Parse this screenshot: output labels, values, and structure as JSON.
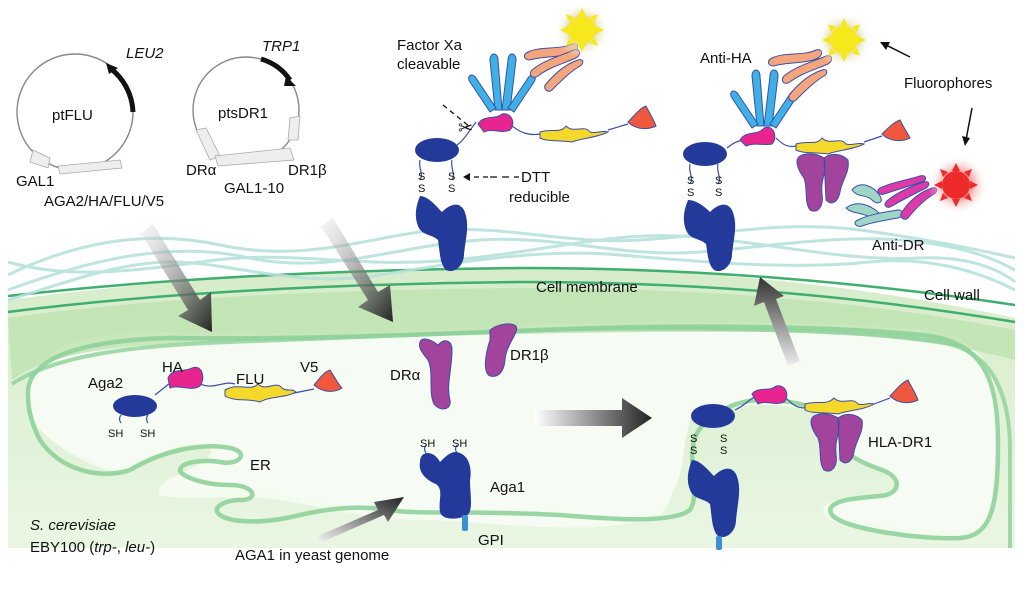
{
  "plasmids": [
    {
      "name": "ptFLU",
      "marker": "LEU2",
      "promoter": "GAL1",
      "insert": "AGA2/HA/FLU/V5"
    },
    {
      "name": "ptsDR1",
      "marker": "TRP1",
      "promoter": "GAL1-10",
      "genes": [
        "DRα",
        "DR1β"
      ]
    }
  ],
  "surface_labels": {
    "factor_xa": [
      "Factor Xa",
      "cleavable"
    ],
    "dtt": [
      "DTT",
      "reducible"
    ],
    "anti_ha": "Anti-HA",
    "anti_dr": "Anti-DR",
    "fluorophores": "Fluorophores",
    "disulfide": "S"
  },
  "cell_labels": {
    "cell_membrane": "Cell membrane",
    "cell_wall": "Cell wall",
    "er": "ER",
    "organism": "S. cerevisiae",
    "strain_prefix": "EBY100 (",
    "strain_trp": "trp-",
    "strain_sep": ", ",
    "strain_leu": "leu-",
    "strain_suffix": ")",
    "aga1_genome": "AGA1 in yeast genome",
    "gpi": "GPI"
  },
  "construct_labels": {
    "aga2": "Aga2",
    "ha": "HA",
    "flu": "FLU",
    "v5": "V5",
    "sh": "SH",
    "dra": "DRα",
    "dr1b": "DR1β",
    "aga1": "Aga1",
    "hla_dr1": "HLA-DR1"
  },
  "colors": {
    "aga": "#233a9b",
    "ha": "#e8258f",
    "flu": "#f4d92a",
    "v5": "#f0583e",
    "hla": "#a3449c",
    "anti_ha_primary": "#3fb0e6",
    "anti_ha_secondary": "#f4a57c",
    "anti_dr_primary": "#9fd6c8",
    "anti_dr_secondary": "#dd3aa8",
    "fluor_yellow": "#f7e81c",
    "fluor_red": "#ee2a2a",
    "membrane": "#3fae6e",
    "cytoplasm": "#f3faef",
    "cell_wall_fiber": "#b8e2dc",
    "gpi": "#3d8fd6"
  }
}
